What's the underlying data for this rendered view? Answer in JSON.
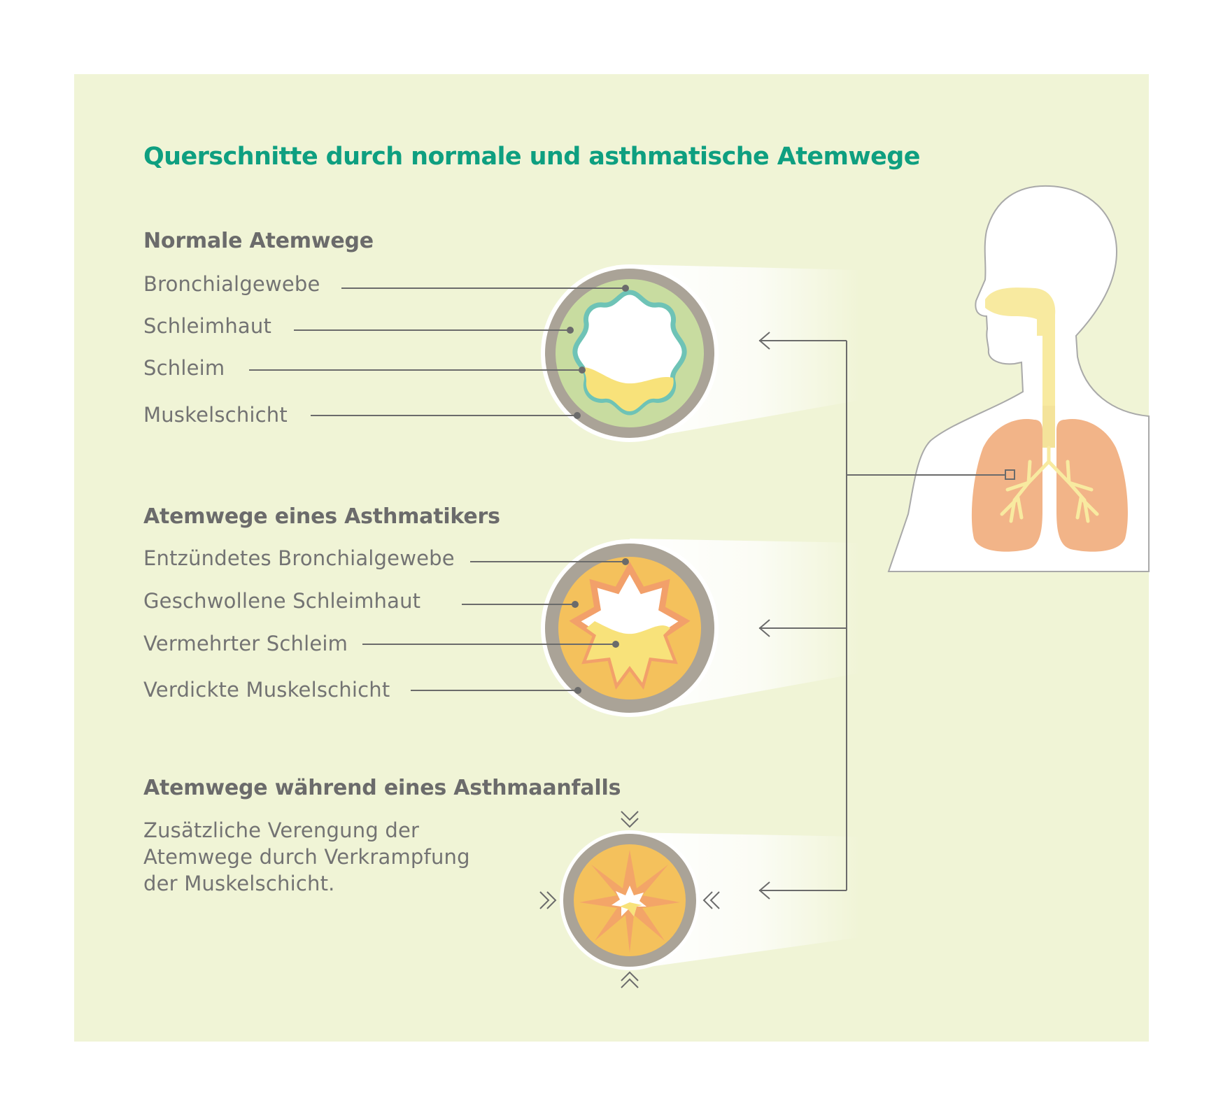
{
  "title": "Querschnitte durch normale und asthmatische Atemwege",
  "sections": [
    {
      "heading": "Normale Atemwege",
      "labels": [
        "Bronchialgewebe",
        "Schleimhaut",
        "Schleim",
        "Muskelschicht"
      ]
    },
    {
      "heading": "Atemwege eines Asthmatikers",
      "labels": [
        "Entzündetes Bronchialgewebe",
        "Geschwollene Schleimhaut",
        "Vermehrter Schleim",
        "Verdickte Muskelschicht"
      ]
    },
    {
      "heading": "Atemwege während eines Asthmaanfalls",
      "description": [
        "Zusätzliche Verengung der",
        "Atemwege durch Verkrampfung",
        "der Muskelschicht."
      ]
    }
  ],
  "colors": {
    "background_panel": "#f0f4d6",
    "title": "#0e9f80",
    "muscle_layer": "#aaa397",
    "normal_tissue": "#c8dca0",
    "normal_mucosa": "#6ec3b6",
    "mucus": "#f8e27a",
    "inflamed_tissue": "#f4c15c",
    "swollen_mucosa": "#f2a06a",
    "lungs": "#f2b488",
    "airway": "#f8eaa0",
    "body_outline": "#a9a9a9",
    "connector": "#6b6b6b"
  },
  "icons": [
    "arrow-left-icon",
    "double-chevron-down-icon",
    "double-chevron-up-icon",
    "double-chevron-right-icon",
    "double-chevron-left-icon"
  ]
}
